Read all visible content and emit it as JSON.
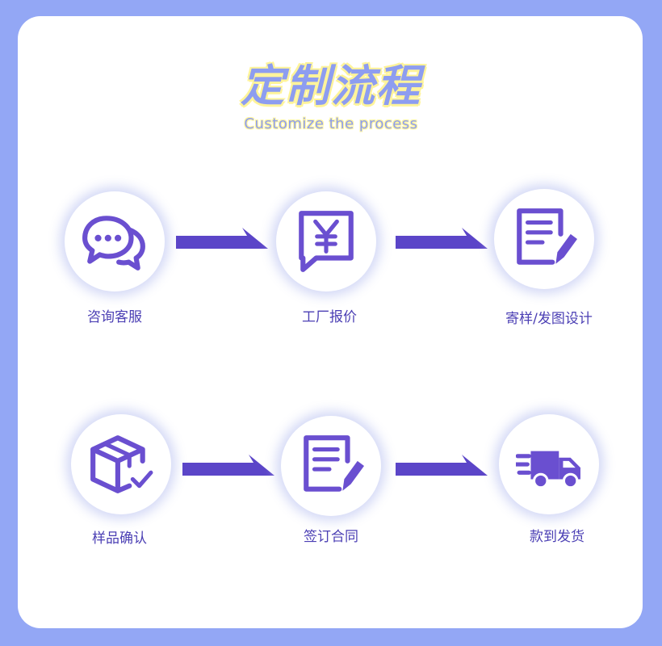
{
  "header": {
    "title": "定制流程",
    "subtitle": "Customize the process"
  },
  "colors": {
    "background": "#93a7f5",
    "card": "#ffffff",
    "accent": "#6a4fd0",
    "label": "#4b3fb4",
    "title": "#8d9df0",
    "title_outline": "#fff49a"
  },
  "steps": [
    {
      "label": "咨询客服",
      "icon": "chat-bubbles-icon"
    },
    {
      "label": "工厂报价",
      "icon": "yen-quote-icon"
    },
    {
      "label": "寄样/发图设计",
      "icon": "document-pencil-icon"
    },
    {
      "label": "样品确认",
      "icon": "box-check-icon"
    },
    {
      "label": "签订合同",
      "icon": "contract-pencil-icon"
    },
    {
      "label": "款到发货",
      "icon": "delivery-truck-icon"
    }
  ]
}
